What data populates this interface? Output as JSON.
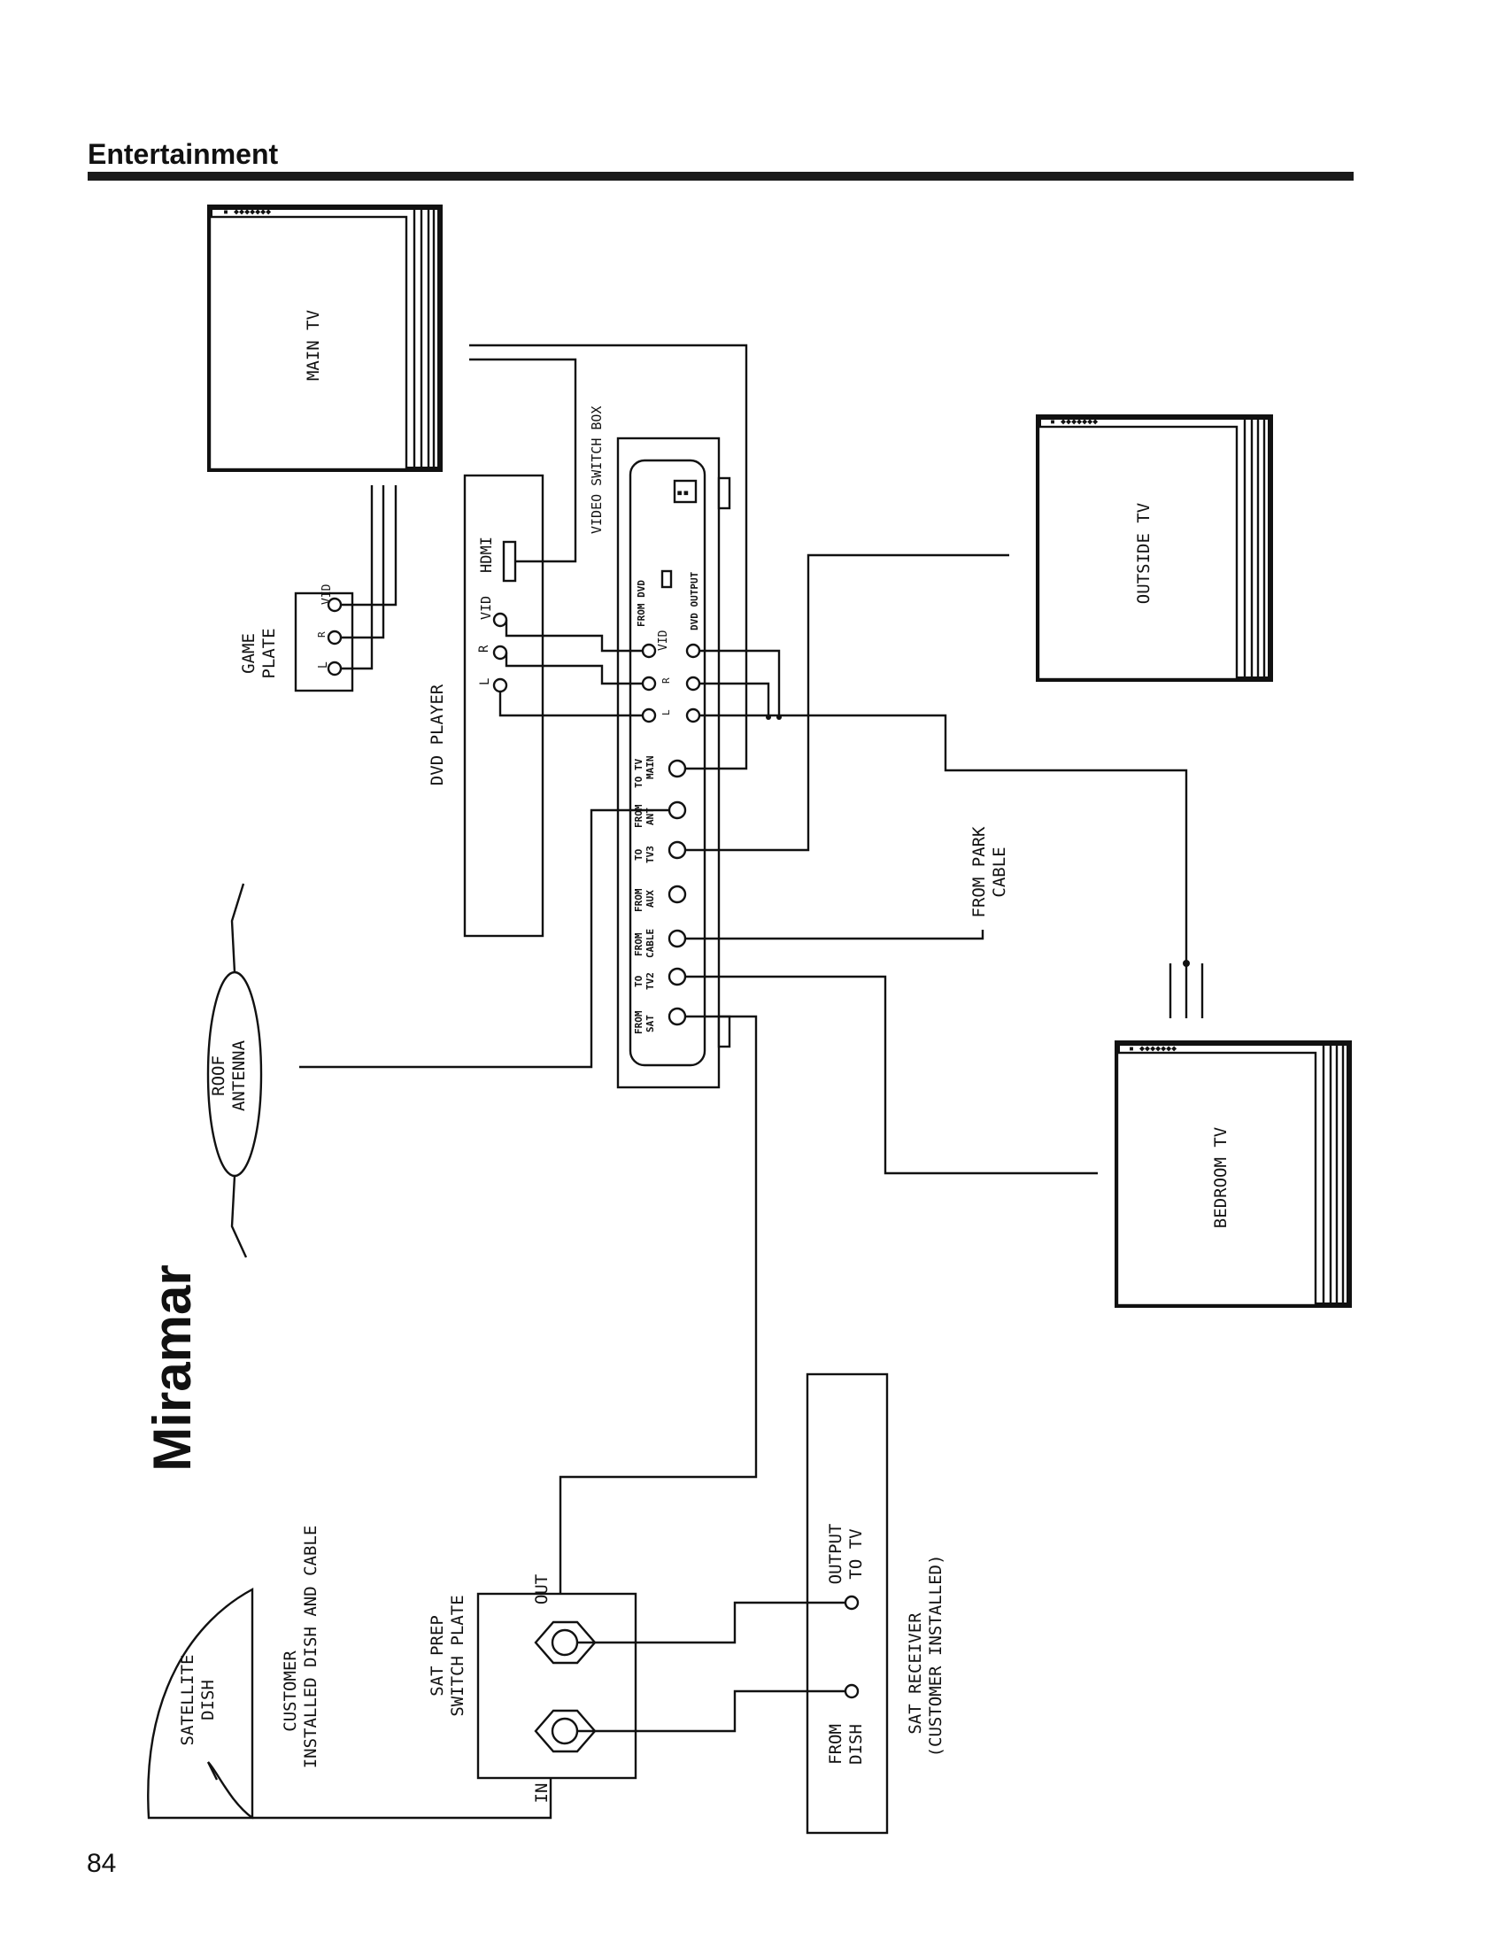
{
  "header": {
    "section_title": "Entertainment",
    "page_number": "84"
  },
  "diagram": {
    "title": "Miramar",
    "devices": {
      "main_tv": "MAIN TV",
      "outside_tv": "OUTSIDE TV",
      "bedroom_tv": "BEDROOM TV",
      "dvd_player": "DVD PLAYER",
      "video_switch_box": "VIDEO SWITCH BOX",
      "game_plate": [
        "GAME",
        "PLATE"
      ],
      "roof_antenna": [
        "ROOF",
        "ANTENNA"
      ],
      "satellite_dish": [
        "SATELLITE",
        "DISH"
      ],
      "sat_prep_plate": [
        "SAT PREP",
        "SWITCH PLATE"
      ],
      "sat_receiver": [
        "SAT RECEIVER",
        "(CUSTOMER INSTALLED)"
      ],
      "customer_note": [
        "CUSTOMER",
        "INSTALLED DISH AND CABLE"
      ],
      "park_cable": [
        "FROM PARK",
        "CABLE"
      ]
    },
    "jacks": {
      "vid": "VID",
      "r": "R",
      "l": "L",
      "hdmi": "HDMI",
      "from_dvd": "FROM DVD",
      "dvd_output": "DVD OUTPUT",
      "to_tv_main": [
        "TO TV",
        "MAIN"
      ],
      "from_ant": [
        "FROM",
        "ANT"
      ],
      "to_tv3": [
        "TO",
        "TV3"
      ],
      "from_aux": [
        "FROM",
        "AUX"
      ],
      "from_cable": [
        "FROM",
        "CABLE"
      ],
      "to_tv2": [
        "TO",
        "TV2"
      ],
      "from_sat": [
        "FROM",
        "SAT"
      ],
      "in": "IN",
      "out": "OUT",
      "output_to_tv": [
        "OUTPUT",
        "TO TV"
      ],
      "from_dish": [
        "FROM",
        "DISH"
      ]
    }
  }
}
